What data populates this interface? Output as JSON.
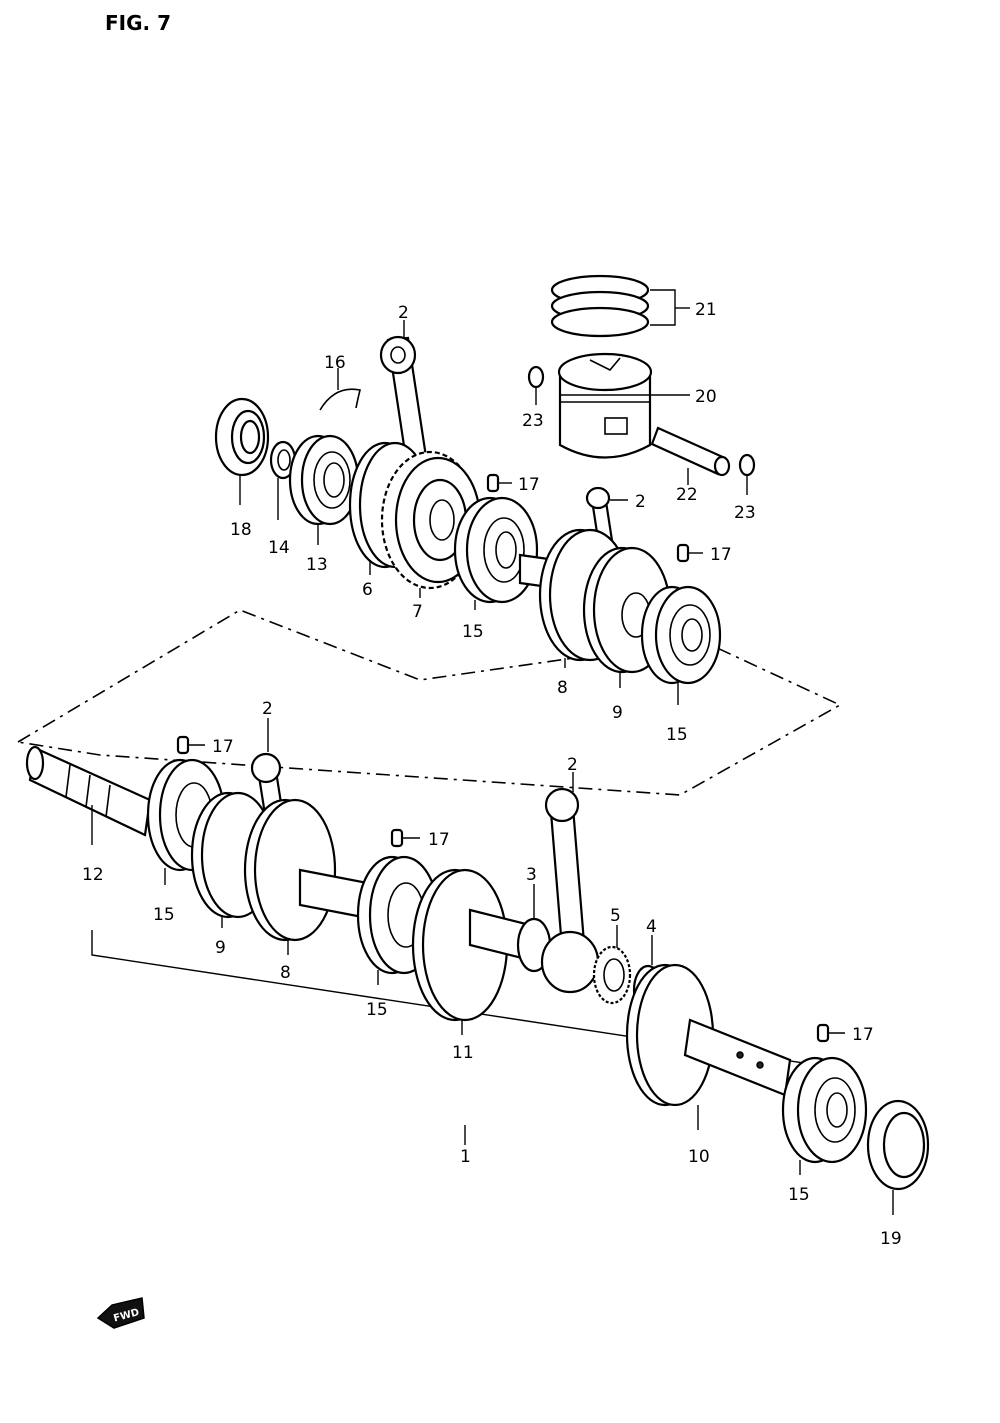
{
  "figure": {
    "title": "FIG. 7"
  },
  "callouts": {
    "c1": "1",
    "c2a": "2",
    "c2b": "2",
    "c2c": "2",
    "c2d": "2",
    "c3": "3",
    "c4": "4",
    "c5": "5",
    "c6": "6",
    "c7": "7",
    "c8a": "8",
    "c8b": "8",
    "c9a": "9",
    "c9b": "9",
    "c10": "10",
    "c11": "11",
    "c12": "12",
    "c13": "13",
    "c14": "14",
    "c15a": "15",
    "c15b": "15",
    "c15c": "15",
    "c15d": "15",
    "c15e": "15",
    "c16": "16",
    "c17a": "17",
    "c17b": "17",
    "c17c": "17",
    "c17d": "17",
    "c17e": "17",
    "c18": "18",
    "c19": "19",
    "c20": "20",
    "c21": "21",
    "c22": "22",
    "c23a": "23",
    "c23b": "23"
  },
  "fwd_badge": "FWD"
}
